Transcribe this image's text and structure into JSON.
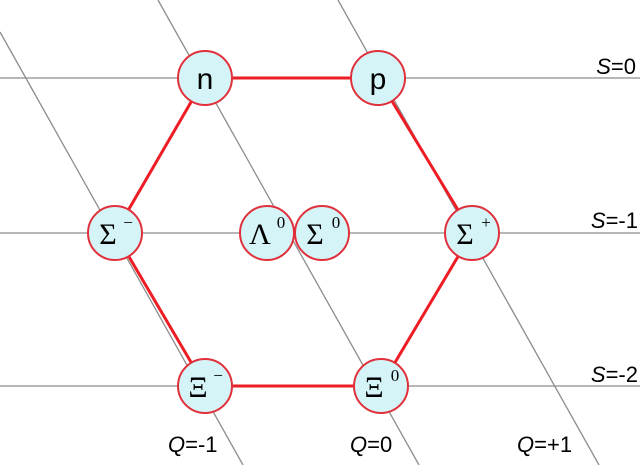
{
  "colors": {
    "node_fill": "#d5f4f7",
    "node_stroke": "#e0303c",
    "hexagon_edge": "#ee1c24",
    "grid_line": "#8c8c8c",
    "background": "#ffffff"
  },
  "strangeness_labels": [
    {
      "var": "S",
      "text": "=0"
    },
    {
      "var": "S",
      "text": "=-1"
    },
    {
      "var": "S",
      "text": "=-2"
    }
  ],
  "charge_labels": [
    {
      "var": "Q",
      "text": "=-1"
    },
    {
      "var": "Q",
      "text": "=0"
    },
    {
      "var": "Q",
      "text": "=+1"
    }
  ],
  "particles": {
    "n": {
      "symbol": "n",
      "sup": ""
    },
    "p": {
      "symbol": "p",
      "sup": ""
    },
    "sigma_minus": {
      "symbol": "Σ",
      "sup": "−"
    },
    "lambda0": {
      "symbol": "Λ",
      "sup": "0"
    },
    "sigma0": {
      "symbol": "Σ",
      "sup": "0"
    },
    "sigma_plus": {
      "symbol": "Σ",
      "sup": "+"
    },
    "xi_minus": {
      "symbol": "Ξ",
      "sup": "−"
    },
    "xi0": {
      "symbol": "Ξ",
      "sup": "0"
    }
  }
}
